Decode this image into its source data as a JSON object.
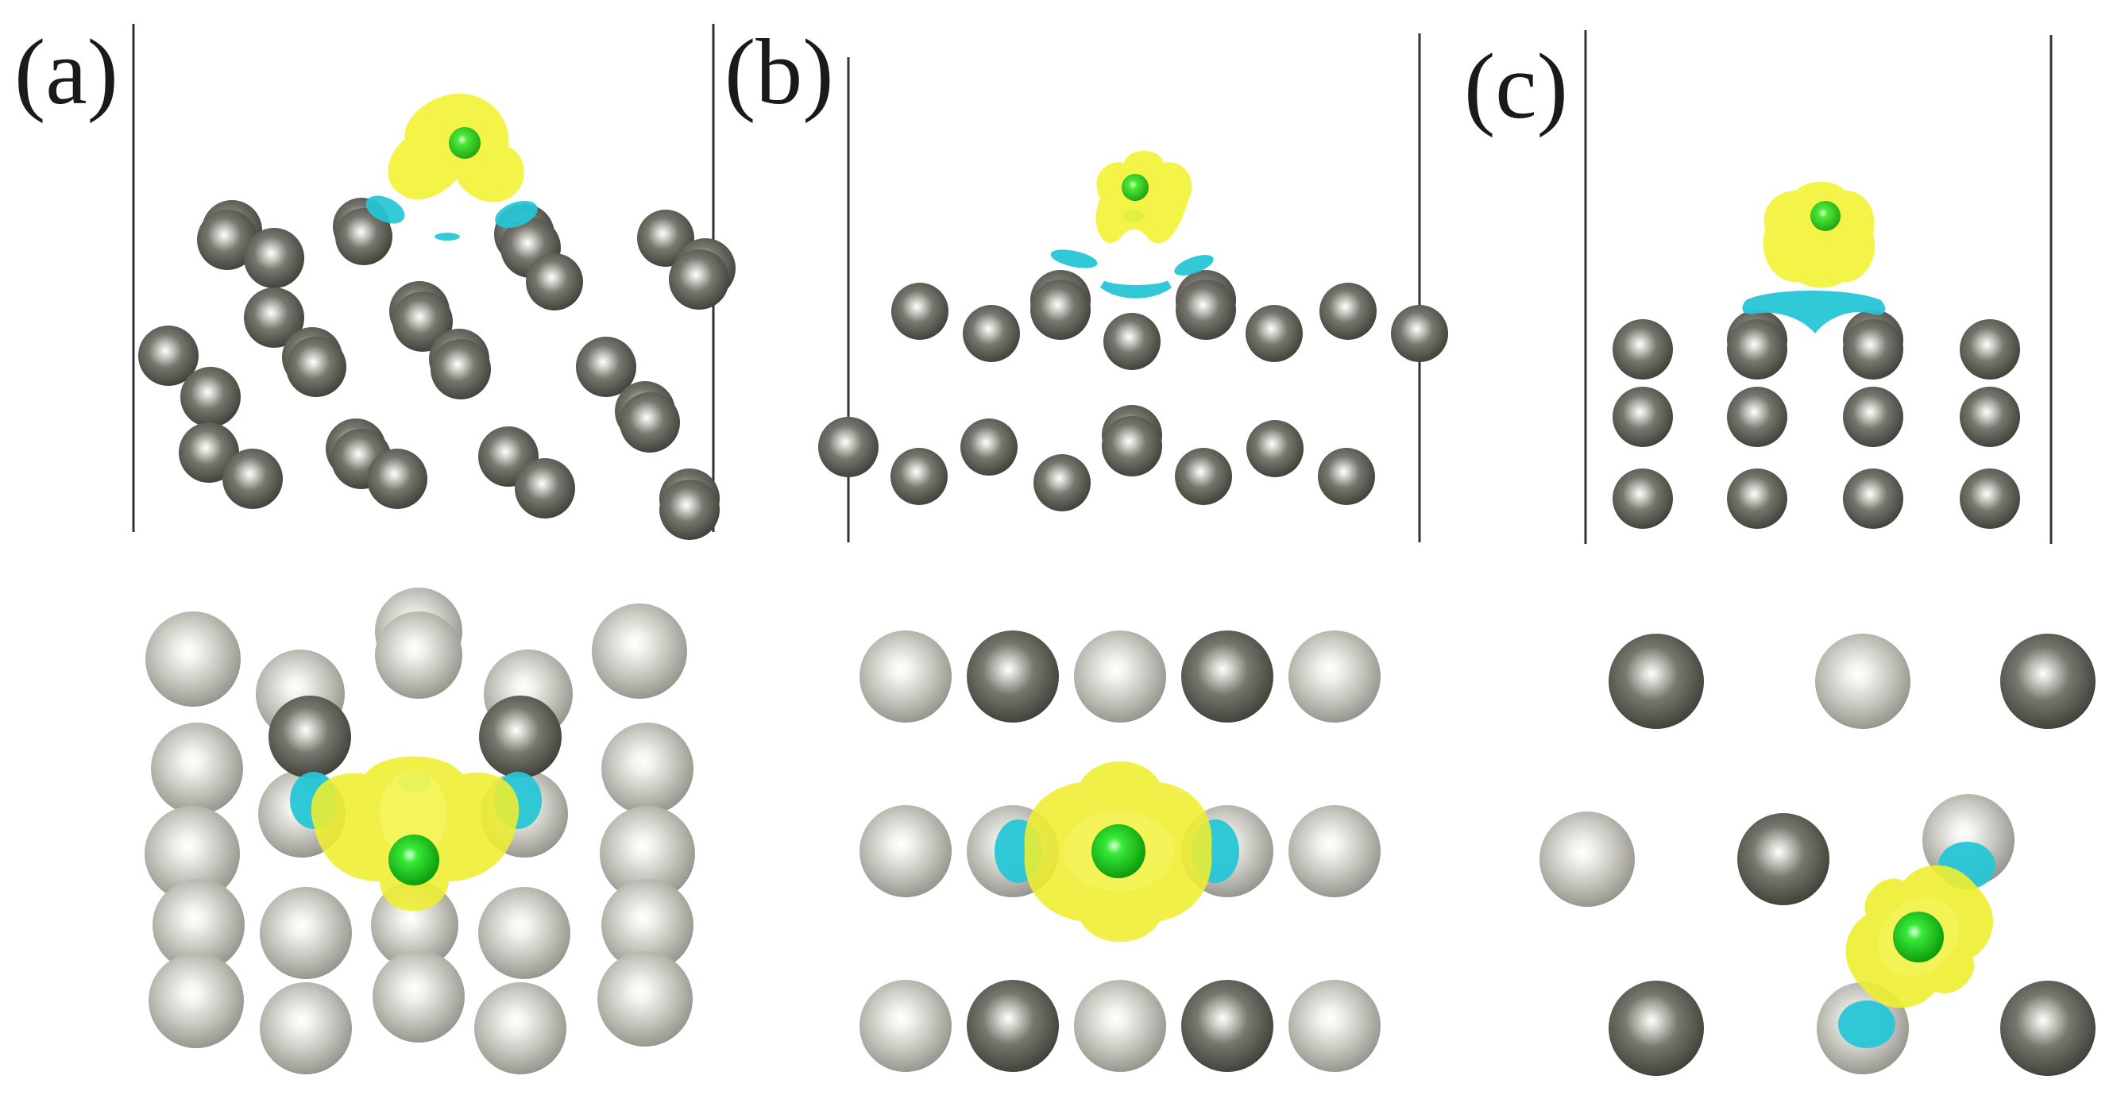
{
  "panels": [
    {
      "id": "a",
      "label": "(a)"
    },
    {
      "id": "b",
      "label": "(b)"
    },
    {
      "id": "c",
      "label": "(c)"
    }
  ],
  "colors": {
    "metal_light": "#d2d2cc",
    "metal_dark": "#55554e",
    "adsorbate": "#1ec81e",
    "charge_accumulation": "#f0f030",
    "charge_depletion": "#26c6d6",
    "cell_line": "#333333"
  },
  "element_icons": {
    "metal_atom": "sphere",
    "adsorbate_atom": "sphere",
    "isosurface": "blob"
  }
}
